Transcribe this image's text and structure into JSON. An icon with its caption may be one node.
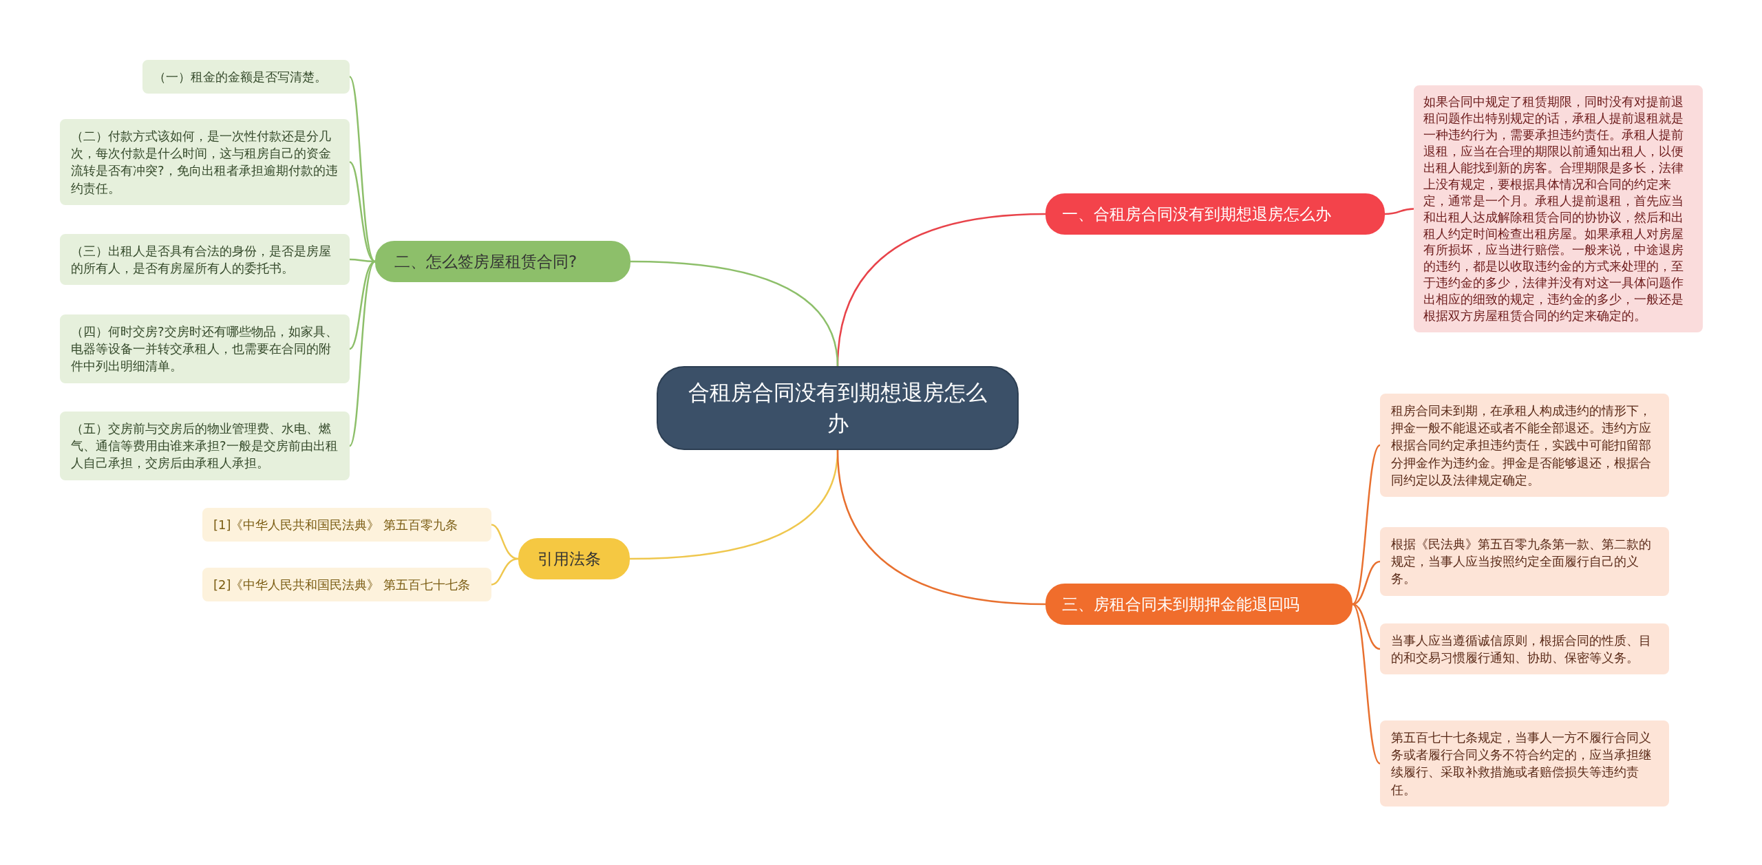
{
  "diagram": {
    "nodes": [
      {
        "text": [
          "合租房合同没有到期想退房怎么办"
        ]
      },
      {
        "text": [
          "一、合租房合同没有到期想退房怎么办"
        ]
      },
      {
        "text": [
          "如果合同中规定了租赁期限，同时没有对提前退租问题作出特别规定的话，承租人提前退租就是一种违约行为，需要承担违约责任。承租人提前退租，应当在合理的期限以前通知出租人，以便出租人能找到新的房客。合理期限是多长，法律上没有规定，要根据具体情况和合同的约定来定，通常是一个月。承租人提前退租，首先应当和出租人达成解除租赁合同的协协议，然后和出租人约定时间检查出租房屋。如果承租人对房屋有所损坏，应当进行赔偿。一般来说，中途退房的违约，都是以收取违约金的方式来处理的，至于违约金的多少，法律并没有对这一具体问题作出相应的细致的规定，违约金的多少，一般还是根据双方房屋租赁合同的约定来确定的。"
        ]
      },
      {
        "text": [
          "二、怎么签房屋租赁合同?"
        ]
      },
      {
        "text": [
          "（一）租金的金额是否写清楚。"
        ]
      },
      {
        "text": [
          "（二）付款方式该如何，是一次性付款还是分几次，每次付款是什么时间，这与租房自己的资金流转是否有冲突?，免向出租者承担逾期付款的违约责任。"
        ]
      },
      {
        "text": [
          "（三）出租人是否具有合法的身份，是否是房屋的所有人，是否有房屋所有人的委托书。"
        ]
      },
      {
        "text": [
          "（四）何时交房?交房时还有哪些物品，如家具、电器等设备一并转交承租人，也需要在合同的附件中列出明细清单。"
        ]
      },
      {
        "text": [
          "（五）交房前与交房后的物业管理费、水电、燃气、通信等费用由谁来承担?一般是交房前由出租人自己承担，交房后由承租人承担。"
        ]
      },
      {
        "text": [
          "引用法条"
        ]
      },
      {
        "text": [
          "[1]《中华人民共和国民法典》 第五百零九条"
        ]
      },
      {
        "text": [
          "[2]《中华人民共和国民法典》 第五百七十七条"
        ]
      },
      {
        "text": [
          "三、房租合同未到期押金能退回吗"
        ]
      },
      {
        "text": [
          "租房合同未到期，在承租人构成违约的情形下，押金一般不能退还或者不能全部退还。违约方应根据合同约定承担违约责任，实践中可能扣留部分押金作为违约金。押金是否能够退还，根据合同约定以及法律规定确定。"
        ]
      },
      {
        "text": [
          "根据《民法典》第五百零九条第一款、第二款的规定，当事人应当按照约定全面履行自己的义务。"
        ]
      },
      {
        "text": [
          "当事人应当遵循诚信原则，根据合同的性质、目的和交易习惯履行通知、协助、保密等义务。"
        ]
      },
      {
        "text": [
          "第五百七十七条规定，当事人一方不履行合同义务或者履行合同义务不符合约定的，应当承担继续履行、采取补救措施或者赔偿损失等违约责任。"
        ]
      }
    ],
    "edges": [
      {
        "from": 0,
        "to": 1,
        "arrow": "none",
        "color": "#e8434a"
      },
      {
        "from": 1,
        "to": 2,
        "arrow": "none",
        "color": "#e8434a"
      },
      {
        "from": 0,
        "to": 3,
        "arrow": "none"
      },
      {
        "from": 3,
        "to": 4,
        "arrow": "none"
      },
      {
        "from": 3,
        "to": 5,
        "arrow": "none"
      },
      {
        "from": 3,
        "to": 6,
        "arrow": "none"
      },
      {
        "from": 3,
        "to": 7,
        "arrow": "none"
      },
      {
        "from": 3,
        "to": 8,
        "arrow": "none"
      },
      {
        "from": 0,
        "to": 9,
        "arrow": "none",
        "color": "#efc74e"
      },
      {
        "from": 9,
        "to": 10,
        "arrow": "none",
        "color": "#efc74e"
      },
      {
        "from": 9,
        "to": 11,
        "arrow": "none",
        "color": "#efc74e"
      },
      {
        "from": 0,
        "to": 12,
        "arrow": "none",
        "color": "#e8702f"
      },
      {
        "from": 12,
        "to": 13,
        "arrow": "none",
        "color": "#e8702f"
      },
      {
        "from": 12,
        "to": 14,
        "arrow": "none",
        "color": "#e8702f"
      },
      {
        "from": 12,
        "to": 15,
        "arrow": "none",
        "color": "#e8702f"
      },
      {
        "from": 12,
        "to": 16,
        "arrow": "none",
        "color": "#e8702f"
      }
    ]
  }
}
